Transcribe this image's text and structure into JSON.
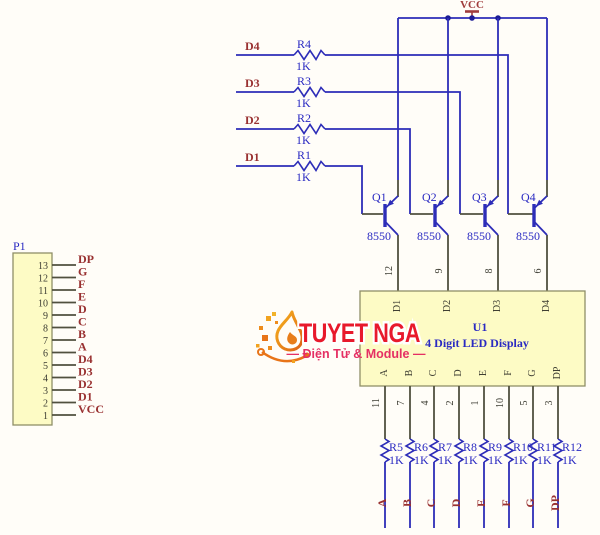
{
  "colors": {
    "wire_blue": "#2d2db8",
    "pin_wire_gray": "#50503f",
    "designator_blue": "#2a2ac2",
    "net_label_red": "#993131",
    "component_fill_yellow": "#fdfbc5",
    "component_border": "#8f8f68",
    "junction_dot": "#1c1c96",
    "vcc_symbol_red": "#a03c3c",
    "brand_red": "#e8192c",
    "tagline_pink": "#e52f63",
    "flame_orange": "#e87d1a"
  },
  "power": {
    "vcc_label": "VCC"
  },
  "connector": {
    "designator": "P1",
    "pins": [
      {
        "number": "13",
        "net": "DP"
      },
      {
        "number": "12",
        "net": "G"
      },
      {
        "number": "11",
        "net": "F"
      },
      {
        "number": "10",
        "net": "E"
      },
      {
        "number": "9",
        "net": "D"
      },
      {
        "number": "8",
        "net": "C"
      },
      {
        "number": "7",
        "net": "B"
      },
      {
        "number": "6",
        "net": "A"
      },
      {
        "number": "5",
        "net": "D4"
      },
      {
        "number": "4",
        "net": "D3"
      },
      {
        "number": "3",
        "net": "D2"
      },
      {
        "number": "2",
        "net": "D1"
      },
      {
        "number": "1",
        "net": "VCC"
      }
    ]
  },
  "base_resistors": [
    {
      "designator": "R4",
      "value": "1K",
      "net": "D4"
    },
    {
      "designator": "R3",
      "value": "1K",
      "net": "D3"
    },
    {
      "designator": "R2",
      "value": "1K",
      "net": "D2"
    },
    {
      "designator": "R1",
      "value": "1K",
      "net": "D1"
    }
  ],
  "transistors": [
    {
      "designator": "Q1",
      "part": "8550",
      "display_pin": "12"
    },
    {
      "designator": "Q2",
      "part": "8550",
      "display_pin": "9"
    },
    {
      "designator": "Q3",
      "part": "8550",
      "display_pin": "8"
    },
    {
      "designator": "Q4",
      "part": "8550",
      "display_pin": "6"
    }
  ],
  "display": {
    "designator": "U1",
    "description": "4 Digit LED Display",
    "top_pins": [
      "D1",
      "D2",
      "D3",
      "D4"
    ],
    "bottom_pins": [
      {
        "number": "11",
        "name": "A"
      },
      {
        "number": "7",
        "name": "B"
      },
      {
        "number": "4",
        "name": "C"
      },
      {
        "number": "2",
        "name": "D"
      },
      {
        "number": "1",
        "name": "E"
      },
      {
        "number": "10",
        "name": "F"
      },
      {
        "number": "5",
        "name": "G"
      },
      {
        "number": "3",
        "name": "DP"
      }
    ]
  },
  "segment_resistors": [
    {
      "designator": "R5",
      "value": "1K",
      "net": "A"
    },
    {
      "designator": "R6",
      "value": "1K",
      "net": "B"
    },
    {
      "designator": "R7",
      "value": "1K",
      "net": "C"
    },
    {
      "designator": "R8",
      "value": "1K",
      "net": "D"
    },
    {
      "designator": "R9",
      "value": "1K",
      "net": "E"
    },
    {
      "designator": "R10",
      "value": "1K",
      "net": "F"
    },
    {
      "designator": "R11",
      "value": "1K",
      "net": "G"
    },
    {
      "designator": "R12",
      "value": "1K",
      "net": "DP"
    }
  ],
  "watermark": {
    "brand": "TUYET NGA",
    "tagline": "— Điện Tử & Module —"
  }
}
